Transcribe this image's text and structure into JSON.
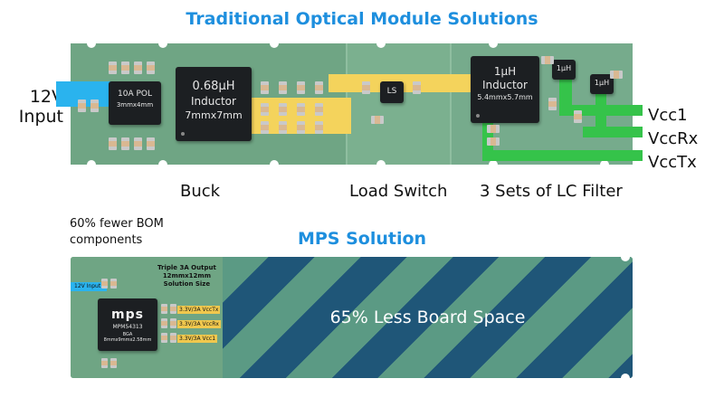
{
  "top": {
    "title": "Traditional Optical Module Solutions",
    "input_label": "12V\nInput",
    "chips": {
      "pol_line1": "10A POL",
      "pol_line2": "3mmx4mm",
      "inductor1_line1": "0.68µH",
      "inductor1_line2": "Inductor",
      "inductor1_line3": "7mmx7mm",
      "ls": "LS",
      "inductor2_line1": "1µH",
      "inductor2_line2": "Inductor",
      "inductor2_line3": "5.4mmx5.7mm",
      "small_inductor_a": "1µH",
      "small_inductor_b": "1µH"
    },
    "outputs": [
      "Vcc1",
      "VccRx",
      "VccTx"
    ],
    "section_labels": [
      "Buck",
      "Load Switch",
      "3 Sets of LC Filter"
    ]
  },
  "bottom": {
    "note": "60% fewer BOM components",
    "title": "MPS Solution",
    "board_caption": "Triple 3A Output\n12mmx12mm\nSolution Size",
    "input_tag": "12V Input",
    "chip_logo": "mps",
    "chip_part": "MPM54313",
    "chip_pkg": "BGA",
    "chip_size": "8mmx9mmx2.58mm",
    "output_tags": [
      "3.3V/3A  VccTx",
      "3.3V/3A  VccRx",
      "3.3V/3A  Vcc1"
    ],
    "space_text": "65% Less Board Space"
  },
  "colors": {
    "accent_blue": "#1e8fde",
    "board_green": "#6fa584",
    "trace_yellow": "#f4d35c",
    "trace_green": "#35c34a",
    "trace_blue": "#2ab3ee",
    "stripe_navy": "#1f5678"
  }
}
